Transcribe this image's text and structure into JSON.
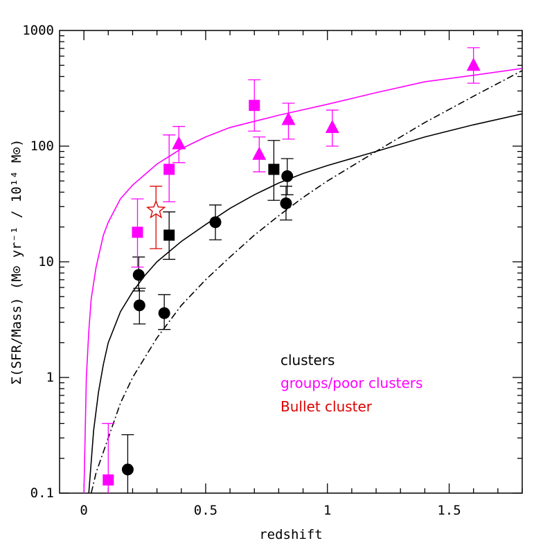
{
  "chart_data": {
    "type": "scatter",
    "xlabel": "redshift",
    "ylabel": "Σ(SFR/Mass) (M⊙ yr⁻¹ / 10¹⁴ M⊙)",
    "xlim": [
      -0.1,
      1.8
    ],
    "ylim": [
      0.1,
      1000
    ],
    "yscale": "log",
    "grid": false,
    "x_ticks": [
      0,
      0.5,
      1,
      1.5
    ],
    "x_tick_labels": [
      "0",
      "0.5",
      "1",
      "1.5"
    ],
    "y_ticks": [
      0.1,
      1,
      10,
      100,
      1000
    ],
    "y_tick_labels": [
      "0.1",
      "1",
      "10",
      "100",
      "1000"
    ],
    "legend_placement": "lower-right",
    "legend": [
      {
        "label": "clusters",
        "color": "#000000"
      },
      {
        "label": "groups/poor clusters",
        "color": "#ff00ff"
      },
      {
        "label": "Bullet cluster",
        "color": "#dd0000"
      }
    ],
    "series": [
      {
        "name": "clusters",
        "color": "#000000",
        "marker": "circle",
        "points": [
          {
            "x": 0.18,
            "y": 0.16,
            "ylo": 0.1,
            "yhi": 0.32
          },
          {
            "x": 0.225,
            "y": 7.7,
            "ylo": 5.6,
            "yhi": 11
          },
          {
            "x": 0.228,
            "y": 4.2,
            "ylo": 2.9,
            "yhi": 5.9
          },
          {
            "x": 0.33,
            "y": 3.6,
            "ylo": 2.6,
            "yhi": 5.2
          },
          {
            "x": 0.54,
            "y": 22,
            "ylo": 15.5,
            "yhi": 31
          },
          {
            "x": 0.83,
            "y": 32,
            "ylo": 23,
            "yhi": 45
          },
          {
            "x": 0.835,
            "y": 55,
            "ylo": 38,
            "yhi": 78
          }
        ]
      },
      {
        "name": "clusters",
        "color": "#000000",
        "marker": "square",
        "points": [
          {
            "x": 0.35,
            "y": 17,
            "ylo": 10.5,
            "yhi": 27
          },
          {
            "x": 0.78,
            "y": 63,
            "ylo": 34,
            "yhi": 112
          }
        ]
      },
      {
        "name": "groups/poor clusters",
        "color": "#ff00ff",
        "marker": "square",
        "points": [
          {
            "x": 0.1,
            "y": 0.13,
            "ylo": 0.1,
            "yhi": 0.4
          },
          {
            "x": 0.22,
            "y": 18,
            "ylo": 9,
            "yhi": 35
          },
          {
            "x": 0.35,
            "y": 63,
            "ylo": 33,
            "yhi": 125
          },
          {
            "x": 0.7,
            "y": 225,
            "ylo": 135,
            "yhi": 375
          }
        ]
      },
      {
        "name": "groups/poor clusters",
        "color": "#ff00ff",
        "marker": "triangle",
        "points": [
          {
            "x": 0.39,
            "y": 105,
            "ylo": 72,
            "yhi": 148
          },
          {
            "x": 0.72,
            "y": 85,
            "ylo": 60,
            "yhi": 120
          },
          {
            "x": 0.84,
            "y": 170,
            "ylo": 115,
            "yhi": 235
          },
          {
            "x": 1.02,
            "y": 145,
            "ylo": 100,
            "yhi": 205
          },
          {
            "x": 1.6,
            "y": 500,
            "ylo": 350,
            "yhi": 710
          }
        ]
      },
      {
        "name": "Bullet cluster",
        "color": "#dd0000",
        "marker": "star-open",
        "points": [
          {
            "x": 0.296,
            "y": 28,
            "ylo": 13,
            "yhi": 45
          }
        ]
      }
    ],
    "curves": [
      {
        "color": "#000000",
        "style": "solid",
        "points": [
          [
            0.02,
            0.1
          ],
          [
            0.04,
            0.35
          ],
          [
            0.06,
            0.75
          ],
          [
            0.08,
            1.3
          ],
          [
            0.1,
            2.0
          ],
          [
            0.15,
            3.7
          ],
          [
            0.2,
            5.5
          ],
          [
            0.25,
            7.6
          ],
          [
            0.3,
            10
          ],
          [
            0.4,
            15
          ],
          [
            0.5,
            21
          ],
          [
            0.6,
            29
          ],
          [
            0.7,
            38
          ],
          [
            0.8,
            48
          ],
          [
            0.9,
            58
          ],
          [
            1.0,
            68
          ],
          [
            1.2,
            90
          ],
          [
            1.4,
            120
          ],
          [
            1.6,
            153
          ],
          [
            1.8,
            190
          ]
        ]
      },
      {
        "color": "#000000",
        "style": "dash-dot",
        "points": [
          [
            0.03,
            0.1
          ],
          [
            0.05,
            0.15
          ],
          [
            0.1,
            0.3
          ],
          [
            0.15,
            0.6
          ],
          [
            0.2,
            1.0
          ],
          [
            0.3,
            2.2
          ],
          [
            0.4,
            4.2
          ],
          [
            0.5,
            7
          ],
          [
            0.6,
            11
          ],
          [
            0.7,
            17
          ],
          [
            0.8,
            25
          ],
          [
            0.9,
            36
          ],
          [
            1.0,
            50
          ],
          [
            1.2,
            90
          ],
          [
            1.4,
            160
          ],
          [
            1.6,
            270
          ],
          [
            1.8,
            450
          ]
        ]
      },
      {
        "color": "#ff00ff",
        "style": "solid",
        "points": [
          [
            0.0,
            0.1
          ],
          [
            0.01,
            1.0
          ],
          [
            0.02,
            2.5
          ],
          [
            0.03,
            4.8
          ],
          [
            0.05,
            9
          ],
          [
            0.08,
            17
          ],
          [
            0.1,
            22
          ],
          [
            0.15,
            35
          ],
          [
            0.2,
            46
          ],
          [
            0.3,
            70
          ],
          [
            0.4,
            95
          ],
          [
            0.5,
            120
          ],
          [
            0.6,
            145
          ],
          [
            0.8,
            185
          ],
          [
            1.0,
            230
          ],
          [
            1.2,
            290
          ],
          [
            1.4,
            360
          ],
          [
            1.6,
            410
          ],
          [
            1.8,
            470
          ]
        ]
      }
    ]
  }
}
